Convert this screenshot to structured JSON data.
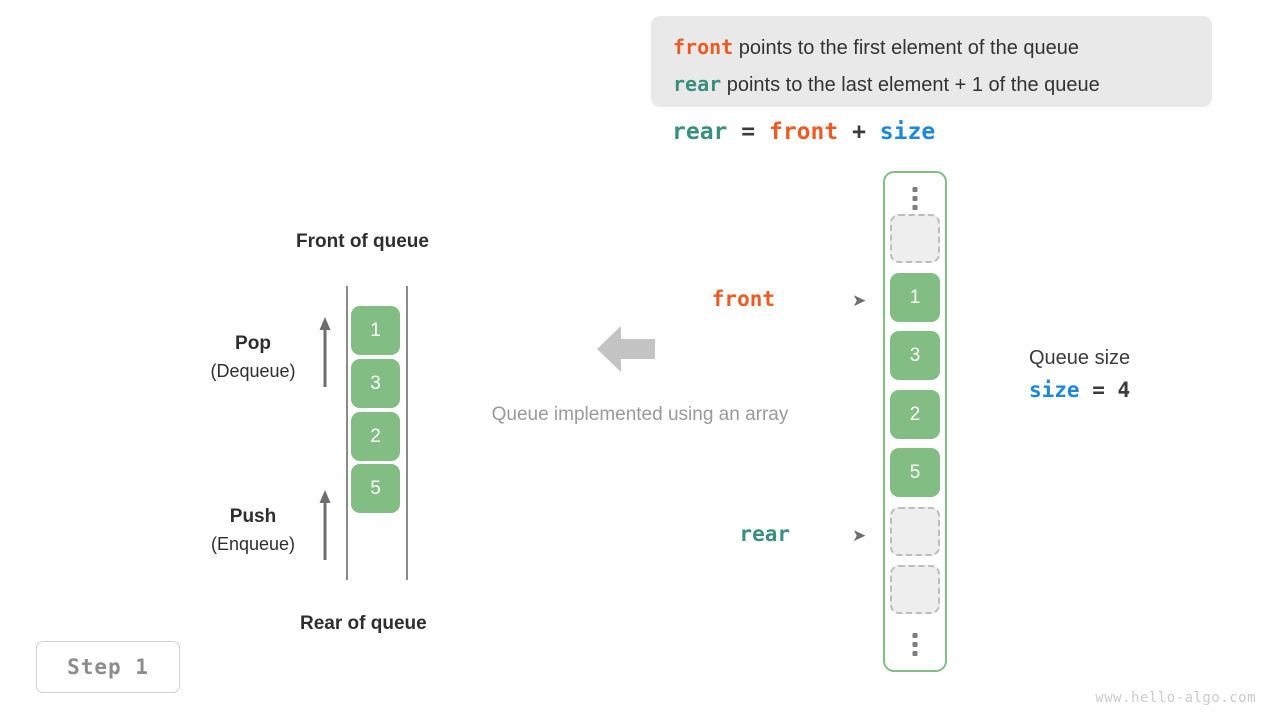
{
  "note": {
    "lines": [
      {
        "term": "front",
        "term_color": "#ec5b24",
        "text": "points to the first element of the queue"
      },
      {
        "term": "rear",
        "term_color": "#3a8f80",
        "text": "points to the last element + 1 of the queue"
      }
    ]
  },
  "formula": {
    "lhs": "rear",
    "eq": "=",
    "rhs1": "front",
    "plus": "+",
    "rhs2": "size"
  },
  "left_diagram": {
    "top_label": "Front of queue",
    "bottom_label": "Rear of queue",
    "cells": [
      "1",
      "3",
      "2",
      "5"
    ],
    "operations": [
      {
        "title": "Pop",
        "sub": "(Dequeue)"
      },
      {
        "title": "Push",
        "sub": "(Enqueue)"
      }
    ]
  },
  "center": {
    "caption": "Queue implemented using an array",
    "arrow_direction": "left",
    "arrow_color": "#c4c4c4"
  },
  "array": {
    "top_ellipsis": "⋮",
    "bottom_ellipsis": "⋮",
    "slots": [
      {
        "type": "empty",
        "value": ""
      },
      {
        "type": "filled",
        "value": "1"
      },
      {
        "type": "filled",
        "value": "3"
      },
      {
        "type": "filled",
        "value": "2"
      },
      {
        "type": "filled",
        "value": "5"
      },
      {
        "type": "empty",
        "value": ""
      },
      {
        "type": "empty",
        "value": ""
      }
    ],
    "pointers": [
      {
        "name": "front",
        "label": "front",
        "color": "#ec5b24",
        "caret": "➤"
      },
      {
        "name": "rear",
        "label": "rear",
        "color": "#3a8f80",
        "caret": "➤"
      }
    ],
    "border_color": "#82bd84",
    "filled_color": "#82bd84"
  },
  "size_note": {
    "title": "Queue size",
    "var": "size",
    "eq": "=",
    "value": "4"
  },
  "step_badge": {
    "label": "Step 1"
  },
  "watermark": {
    "text": "www.hello-algo.com"
  }
}
